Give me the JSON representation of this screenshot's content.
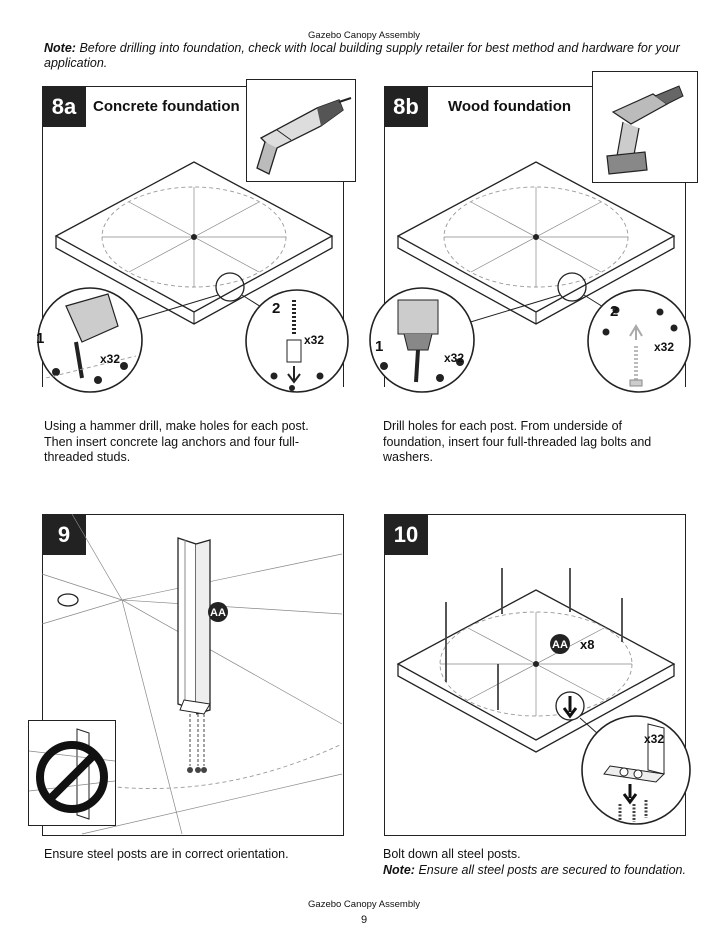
{
  "header": {
    "title": "Gazebo Canopy Assembly"
  },
  "note": {
    "label": "Note:",
    "text": "Before drilling into foundation, check with local building supply retailer for best method and hardware for your application."
  },
  "steps": {
    "s8a": {
      "number": "8a",
      "title": "Concrete foundation",
      "callout1": "1",
      "callout2": "2",
      "qty1": "x32",
      "qty2": "x32",
      "caption": "Using a hammer drill, make holes for each post. Then insert concrete lag anchors and four full-threaded studs."
    },
    "s8b": {
      "number": "8b",
      "title": "Wood foundation",
      "callout1": "1",
      "callout2": "2",
      "qty1": "x32",
      "qty2": "x32",
      "caption": "Drill holes for each post. From underside of foundation, insert four full-threaded lag bolts and washers."
    },
    "s9": {
      "number": "9",
      "part": "AA",
      "caption": "Ensure steel posts are in correct orientation."
    },
    "s10": {
      "number": "10",
      "part": "AA",
      "qty_posts": "x8",
      "qty_bolts": "x32",
      "caption": "Bolt down all steel posts.",
      "note_label": "Note:",
      "note_text": "Ensure all steel posts are secured to foundation."
    }
  },
  "footer": {
    "title": "Gazebo Canopy Assembly",
    "page": "9"
  },
  "icons": [
    "hammer-drill-icon",
    "cordless-drill-icon",
    "prohibited-icon",
    "arrow-down-icon"
  ]
}
